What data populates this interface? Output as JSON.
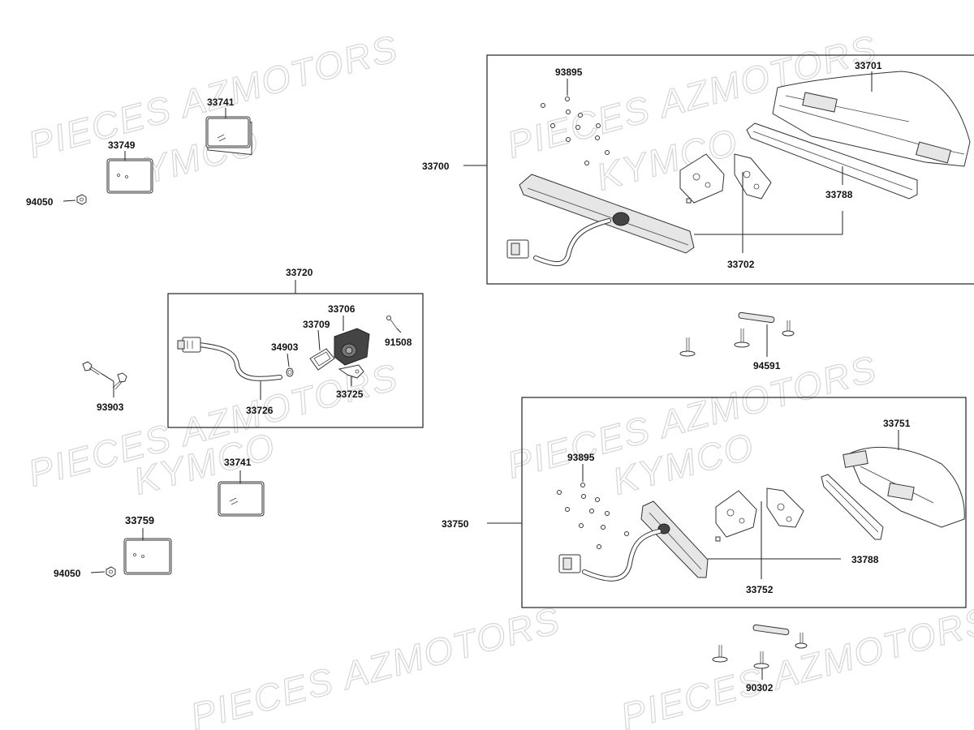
{
  "watermark": {
    "line1": "PIECES AZMOTORS",
    "line2": "KYMCO"
  },
  "labels": {
    "p33741_top": "33741",
    "p33749": "33749",
    "p94050_top": "94050",
    "p33720": "33720",
    "p33706": "33706",
    "p33709": "33709",
    "p34903": "34903",
    "p91508": "91508",
    "p33725": "33725",
    "p33726": "33726",
    "p93903": "93903",
    "p33741_bottom": "33741",
    "p33759": "33759",
    "p94050_bottom": "94050",
    "p33700": "33700",
    "p93895_top": "93895",
    "p33701": "33701",
    "p33788_top": "33788",
    "p33702": "33702",
    "p94591": "94591",
    "p33750": "33750",
    "p93895_bottom": "93895",
    "p33751": "33751",
    "p33788_bottom": "33788",
    "p33752": "33752",
    "p90302": "90302"
  }
}
